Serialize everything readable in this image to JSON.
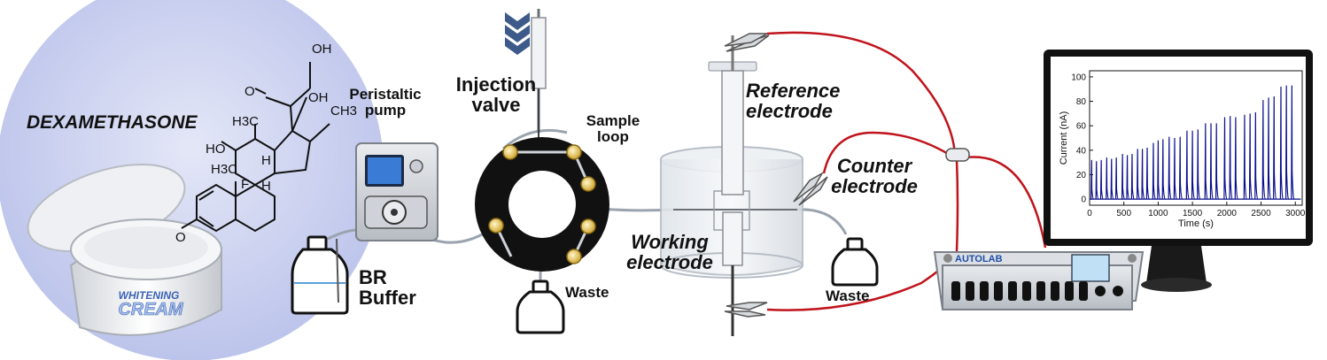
{
  "labels": {
    "compound": "DEXAMETHASONE",
    "pump_line1": "Peristaltic",
    "pump_line2": "pump",
    "injection_line1": "Injection",
    "injection_line2": "valve",
    "sample_line1": "Sample",
    "sample_line2": "loop",
    "reference_line1": "Reference",
    "reference_line2": "electrode",
    "counter_line1": "Counter",
    "counter_line2": "electrode",
    "working_line1": "Working",
    "working_line2": "electrode",
    "buffer_line1": "BR",
    "buffer_line2": "Buffer",
    "waste_valve": "Waste",
    "waste_cell": "Waste",
    "autolab": "AUTOLAB",
    "cream_line1": "WHITENING",
    "cream_line2": "CREAM"
  },
  "molecule": {
    "oh_top": "OH",
    "o_ketone": "O",
    "oh_right": "OH",
    "ch3_right": "CH3",
    "h3c_upper": "H3C",
    "ho_left": "HO",
    "h_mid": "H",
    "h3c_lower": "H3C",
    "h_lower": "H",
    "f": "F",
    "o_bottom": "O"
  },
  "colors": {
    "plot_line": "#0a0f8c",
    "wires": "#c0141c",
    "chevron": "#3d5a8a",
    "bubble": "#c9cfee",
    "valve_ports": "#d9b23a"
  },
  "chart_data": {
    "type": "line",
    "xlabel": "Time (s)",
    "ylabel": "Current (nA)",
    "xlim": [
      0,
      3100
    ],
    "ylim": [
      -5,
      105
    ],
    "xticks": [
      0,
      500,
      1000,
      1500,
      2000,
      2500,
      3000
    ],
    "yticks": [
      0,
      20,
      40,
      60,
      80,
      100
    ],
    "baseline": 0,
    "peaks": [
      {
        "t": 30,
        "h": 32
      },
      {
        "t": 100,
        "h": 31
      },
      {
        "t": 170,
        "h": 32
      },
      {
        "t": 250,
        "h": 34
      },
      {
        "t": 320,
        "h": 33
      },
      {
        "t": 390,
        "h": 34
      },
      {
        "t": 480,
        "h": 37
      },
      {
        "t": 550,
        "h": 36
      },
      {
        "t": 620,
        "h": 37
      },
      {
        "t": 700,
        "h": 41
      },
      {
        "t": 770,
        "h": 41
      },
      {
        "t": 840,
        "h": 42
      },
      {
        "t": 930,
        "h": 46
      },
      {
        "t": 1000,
        "h": 48
      },
      {
        "t": 1070,
        "h": 49
      },
      {
        "t": 1160,
        "h": 51
      },
      {
        "t": 1240,
        "h": 50
      },
      {
        "t": 1320,
        "h": 51
      },
      {
        "t": 1420,
        "h": 56
      },
      {
        "t": 1500,
        "h": 56
      },
      {
        "t": 1580,
        "h": 57
      },
      {
        "t": 1690,
        "h": 62
      },
      {
        "t": 1770,
        "h": 62
      },
      {
        "t": 1850,
        "h": 62
      },
      {
        "t": 1970,
        "h": 67
      },
      {
        "t": 2050,
        "h": 68
      },
      {
        "t": 2130,
        "h": 67
      },
      {
        "t": 2260,
        "h": 69
      },
      {
        "t": 2340,
        "h": 70
      },
      {
        "t": 2420,
        "h": 71
      },
      {
        "t": 2530,
        "h": 81
      },
      {
        "t": 2610,
        "h": 83
      },
      {
        "t": 2690,
        "h": 84
      },
      {
        "t": 2790,
        "h": 92
      },
      {
        "t": 2870,
        "h": 93
      },
      {
        "t": 2950,
        "h": 93
      }
    ]
  }
}
